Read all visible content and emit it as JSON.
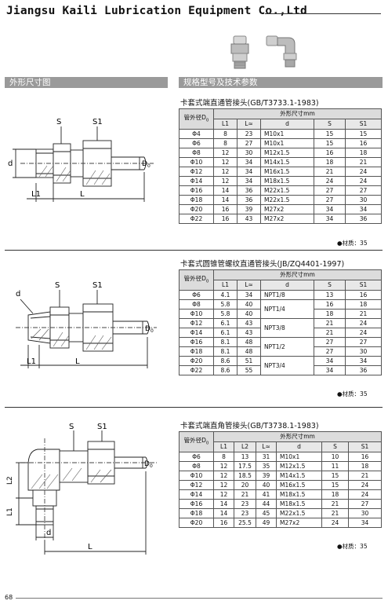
{
  "header": {
    "company": "Jiangsu Kaili Lubrication Equipment Co.,Ltd"
  },
  "bars": {
    "left": "外形尺寸图",
    "right": "规格型号及技术参数"
  },
  "sections": [
    {
      "title": "卡套式端直通管接头(GB/T3733.1-1983)",
      "head": {
        "od": "管外径D",
        "od_sub": "0",
        "group": "外形尺寸mm",
        "cols": [
          "L1",
          "L≈",
          "d",
          "S",
          "S1"
        ]
      },
      "rows": [
        [
          "Φ4",
          "8",
          "23",
          "M10x1",
          "15",
          "15"
        ],
        [
          "Φ6",
          "8",
          "27",
          "M10x1",
          "15",
          "16"
        ],
        [
          "Φ8",
          "12",
          "30",
          "M12x1.5",
          "16",
          "18"
        ],
        [
          "Φ10",
          "12",
          "34",
          "M14x1.5",
          "18",
          "21"
        ],
        [
          "Φ12",
          "12",
          "34",
          "M16x1.5",
          "21",
          "24"
        ],
        [
          "Φ14",
          "12",
          "34",
          "M18x1.5",
          "24",
          "24"
        ],
        [
          "Φ16",
          "14",
          "36",
          "M22x1.5",
          "27",
          "27"
        ],
        [
          "Φ18",
          "14",
          "36",
          "M22x1.5",
          "27",
          "30"
        ],
        [
          "Φ20",
          "16",
          "39",
          "M27x2",
          "34",
          "34"
        ],
        [
          "Φ22",
          "16",
          "43",
          "M27x2",
          "34",
          "36"
        ]
      ],
      "note": "●材质：35",
      "labels": {
        "s": "S",
        "s1": "S1",
        "d": "d",
        "l1": "L1",
        "l": "L",
        "d0": "D",
        "d0_sub": "0"
      }
    },
    {
      "title": "卡套式圆锥管螺纹直通管接头(JB/ZQ4401-1997)",
      "head": {
        "od": "管外径D",
        "od_sub": "0",
        "group": "外形尺寸mm",
        "cols": [
          "L1",
          "L≈",
          "d",
          "S",
          "S1"
        ]
      },
      "rows": [
        [
          "Φ6",
          "4.1",
          "34",
          "NPT1/8",
          "13",
          "16"
        ],
        [
          "Φ8",
          "5.8",
          "40",
          "NPT1/4",
          "16",
          "18"
        ],
        [
          "Φ10",
          "5.8",
          "40",
          "",
          "18",
          "21"
        ],
        [
          "Φ12",
          "6.1",
          "43",
          "NPT3/8",
          "21",
          "24"
        ],
        [
          "Φ14",
          "6.1",
          "43",
          "",
          "21",
          "24"
        ],
        [
          "Φ16",
          "8.1",
          "48",
          "NPT1/2",
          "27",
          "27"
        ],
        [
          "Φ18",
          "8.1",
          "48",
          "",
          "27",
          "30"
        ],
        [
          "Φ20",
          "8.6",
          "51",
          "NPT3/4",
          "34",
          "34"
        ],
        [
          "Φ22",
          "8.6",
          "55",
          "",
          "34",
          "36"
        ]
      ],
      "note": "●材质：35",
      "labels": {
        "s": "S",
        "s1": "S1",
        "d": "d",
        "l1": "L1",
        "l": "L",
        "d0": "D",
        "d0_sub": "0"
      }
    },
    {
      "title": "卡套式端直角管接头(GB/T3738.1-1983)",
      "head": {
        "od": "管外径D",
        "od_sub": "0",
        "group": "外形尺寸mm",
        "cols": [
          "L1",
          "L2",
          "L≈",
          "d",
          "S",
          "S1"
        ]
      },
      "rows": [
        [
          "Φ6",
          "8",
          "13",
          "31",
          "M10x1",
          "10",
          "16"
        ],
        [
          "Φ8",
          "12",
          "17.5",
          "35",
          "M12x1.5",
          "11",
          "18"
        ],
        [
          "Φ10",
          "12",
          "18.5",
          "39",
          "M14x1.5",
          "15",
          "21"
        ],
        [
          "Φ12",
          "12",
          "20",
          "40",
          "M16x1.5",
          "15",
          "24"
        ],
        [
          "Φ14",
          "12",
          "21",
          "41",
          "M18x1.5",
          "18",
          "24"
        ],
        [
          "Φ16",
          "14",
          "23",
          "44",
          "M18x1.5",
          "21",
          "27"
        ],
        [
          "Φ18",
          "14",
          "23",
          "45",
          "M22x1.5",
          "21",
          "30"
        ],
        [
          "Φ20",
          "16",
          "25.5",
          "49",
          "M27x2",
          "24",
          "34"
        ]
      ],
      "note": "●材质：35",
      "labels": {
        "s": "S",
        "s1": "S1",
        "d": "d",
        "l1": "L1",
        "l2": "L2",
        "l": "L",
        "d0": "D",
        "d0_sub": "0"
      }
    }
  ],
  "footer": {
    "page": "68"
  }
}
